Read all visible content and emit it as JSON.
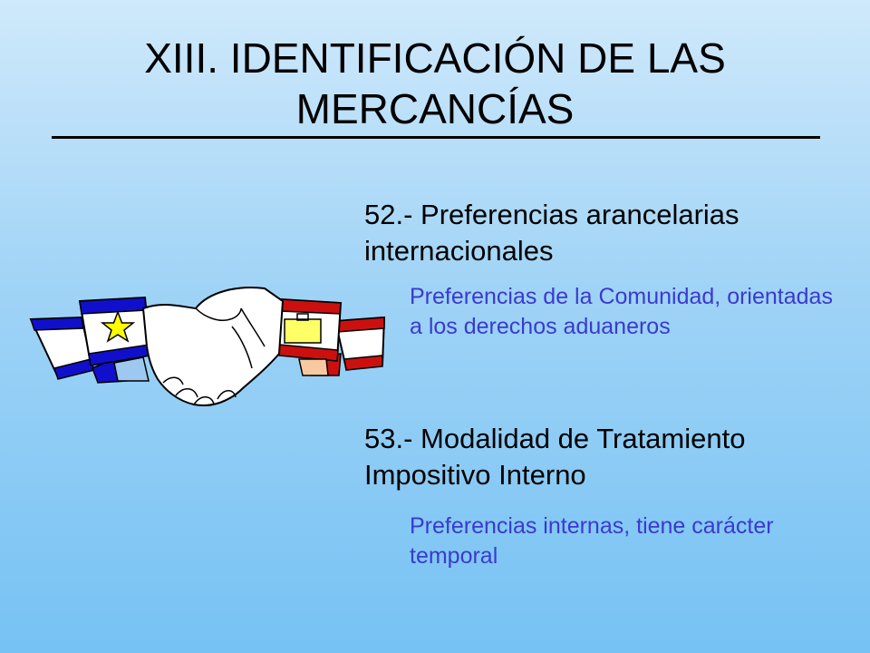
{
  "title": {
    "line1": "XIII.  IDENTIFICACIÓN DE LAS",
    "line2": "MERCANCÍAS"
  },
  "items": [
    {
      "heading": "52.- Preferencias arancelarias internacionales",
      "description": "Preferencias de la Comunidad, orientadas a los derechos aduaneros"
    },
    {
      "heading": "53.- Modalidad de Tratamiento Impositivo Interno",
      "description": "Preferencias internas, tiene carácter temporal"
    }
  ],
  "illustration": {
    "icon": "handshake-flags-icon",
    "colors": {
      "blue": "#1010cc",
      "red": "#cc1010",
      "star": "#ffff00",
      "briefcase": "#ffff66",
      "skin": "#f8c8a0"
    }
  }
}
